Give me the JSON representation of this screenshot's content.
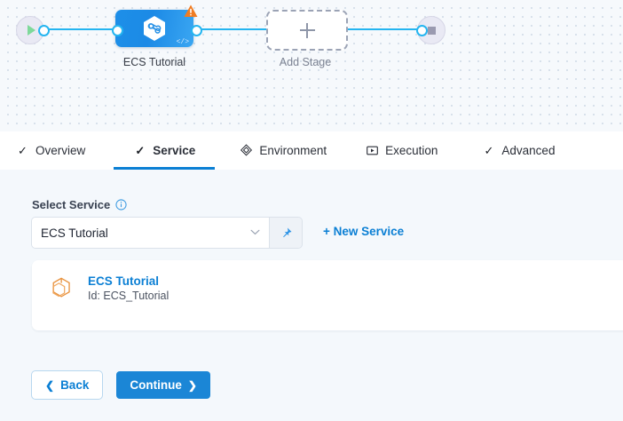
{
  "canvas": {
    "start_node": {
      "icon": "play-icon",
      "name": "pipeline-start-node"
    },
    "stop_node": {
      "icon": "stop-icon",
      "name": "pipeline-end-node"
    },
    "stage": {
      "label": "ECS Tutorial",
      "icon": "harness-hexagon-icon",
      "badge_icon": "warning-triangle-icon",
      "code_glyph": "</>"
    },
    "add_stage": {
      "label": "Add Stage",
      "icon": "plus-icon"
    },
    "edge_color": "#25b5f0"
  },
  "tabs": [
    {
      "label": "Overview",
      "icon": "check-icon",
      "glyph": "✓",
      "active": false
    },
    {
      "label": "Service",
      "icon": "check-icon",
      "glyph": "✓",
      "active": true
    },
    {
      "label": "Environment",
      "icon": "layers-icon",
      "glyph": "",
      "active": false
    },
    {
      "label": "Execution",
      "icon": "play-square-icon",
      "glyph": "",
      "active": false
    },
    {
      "label": "Advanced",
      "icon": "check-icon",
      "glyph": "✓",
      "active": false
    }
  ],
  "form": {
    "select_service_label": "Select Service",
    "info_icon": "info-icon",
    "selected_service": "ECS Tutorial",
    "dropdown_placeholder": "Select Service",
    "chevron_icon": "chevron-down-icon",
    "pin_icon": "pin-icon",
    "new_service_label": "+ New Service"
  },
  "service_card": {
    "icon": "service-cube-icon",
    "name": "ECS Tutorial",
    "id": "Id: ECS_Tutorial"
  },
  "footer": {
    "back_label": "Back",
    "back_arrow": "❮",
    "continue_label": "Continue",
    "continue_arrow": "❯"
  },
  "colors": {
    "accent": "#0b7fd4",
    "primary_button": "#1b86d6",
    "edge": "#25b5f0",
    "warning": "#f07c22",
    "service_icon": "#e8913c"
  }
}
